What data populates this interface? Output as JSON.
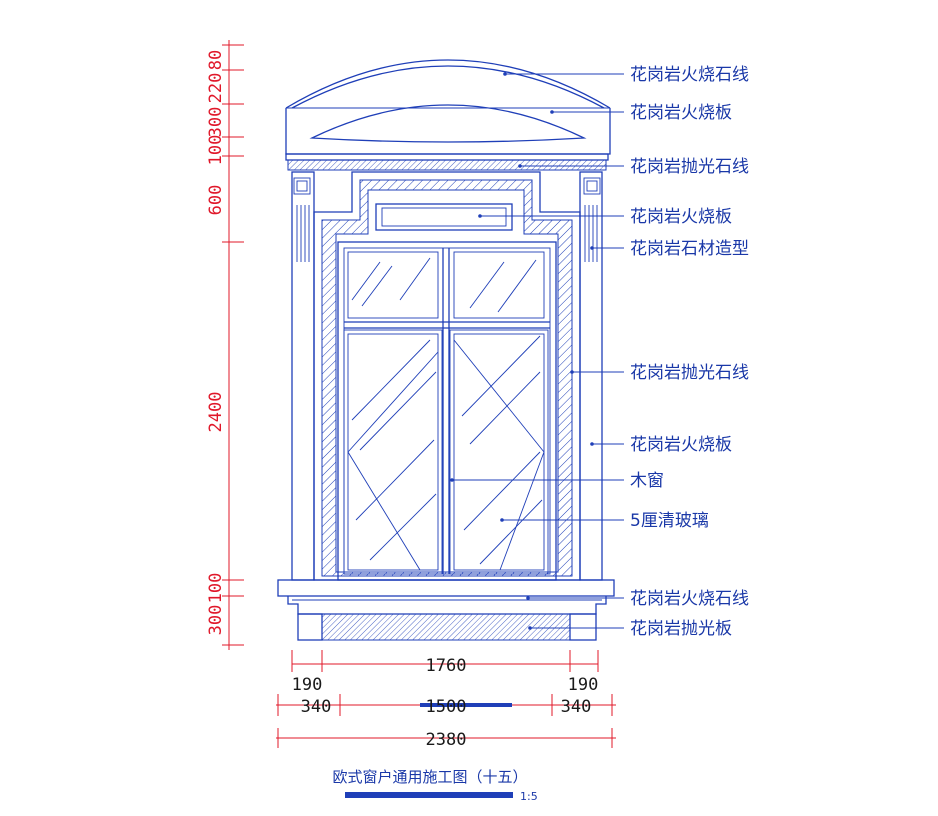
{
  "labels": [
    "花岗岩火烧石线",
    "花岗岩火烧板",
    "花岗岩抛光石线",
    "花岗岩火烧板",
    "花岗岩石材造型",
    "花岗岩抛光石线",
    "花岗岩火烧板",
    "木窗",
    "5厘清玻璃",
    "花岗岩火烧石线",
    "花岗岩抛光板"
  ],
  "vertical_dims": [
    "80",
    "220",
    "300",
    "100",
    "600",
    "2400",
    "100",
    "300"
  ],
  "horizontal_dims": {
    "row1": [
      "1760"
    ],
    "row2": [
      "190",
      "190"
    ],
    "row3": [
      "340",
      "1500",
      "340"
    ],
    "row4": [
      "2380"
    ]
  },
  "title": "欧式窗户通用施工图（十五）",
  "scale": "1:5",
  "colors": {
    "line": "#1f3fb8",
    "dimension": "#e0182a",
    "text": "#1a38a8"
  }
}
